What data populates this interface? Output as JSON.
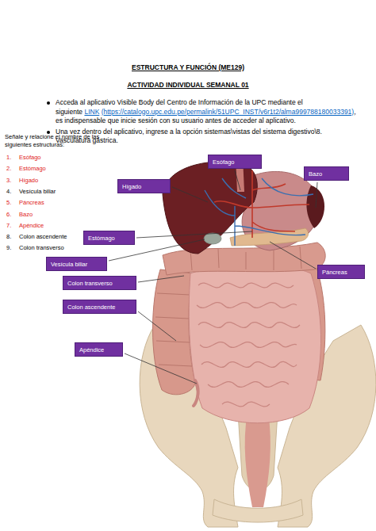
{
  "diagram": {
    "title": "ESTRUCTURA Y FUNCIÓN (ME129)",
    "nodes": [
      {
        "text": [
          "Esófago"
        ]
      },
      {
        "text": [
          "Bazo"
        ]
      },
      {
        "text": [
          "Hígado"
        ]
      },
      {
        "text": [
          "Estómago"
        ]
      },
      {
        "text": [
          "Vesícula biliar"
        ]
      },
      {
        "text": [
          "Colon transverso"
        ]
      },
      {
        "text": [
          "Páncreas"
        ]
      },
      {
        "text": [
          "Colon ascendente"
        ]
      },
      {
        "text": [
          "Apéndice"
        ]
      }
    ],
    "labels": [
      "ACTIVIDAD INDIVIDUAL SEMANAL 01",
      "Acceda al aplicativo Visible Body del Centro de Información de la UPC mediante el siguiente",
      "LINK",
      "(https://catalogo.upc.edu.pe/permalink/51UPC_INST/v6r1t2/alma999788180033391)",
      ", es indispensable que inicie sesión con su usuario antes de acceder al aplicativo.",
      "Una vez dentro del aplicativo, ingrese a la opción sistemas\\vistas del sistema digestivo\\8. Vasculatura gástrica.",
      "Señale y relacione el nombre de las siguientes estructuras:",
      "1.",
      "Esófago",
      "2.",
      "Estómago",
      "3.",
      "Hígado",
      "4.",
      "Vesícula biliar",
      "5.",
      "Páncreas",
      "6.",
      "Bazo",
      "7.",
      "Apéndice",
      "8.",
      "Colon ascendente",
      "9.",
      "Colon transverso"
    ]
  }
}
